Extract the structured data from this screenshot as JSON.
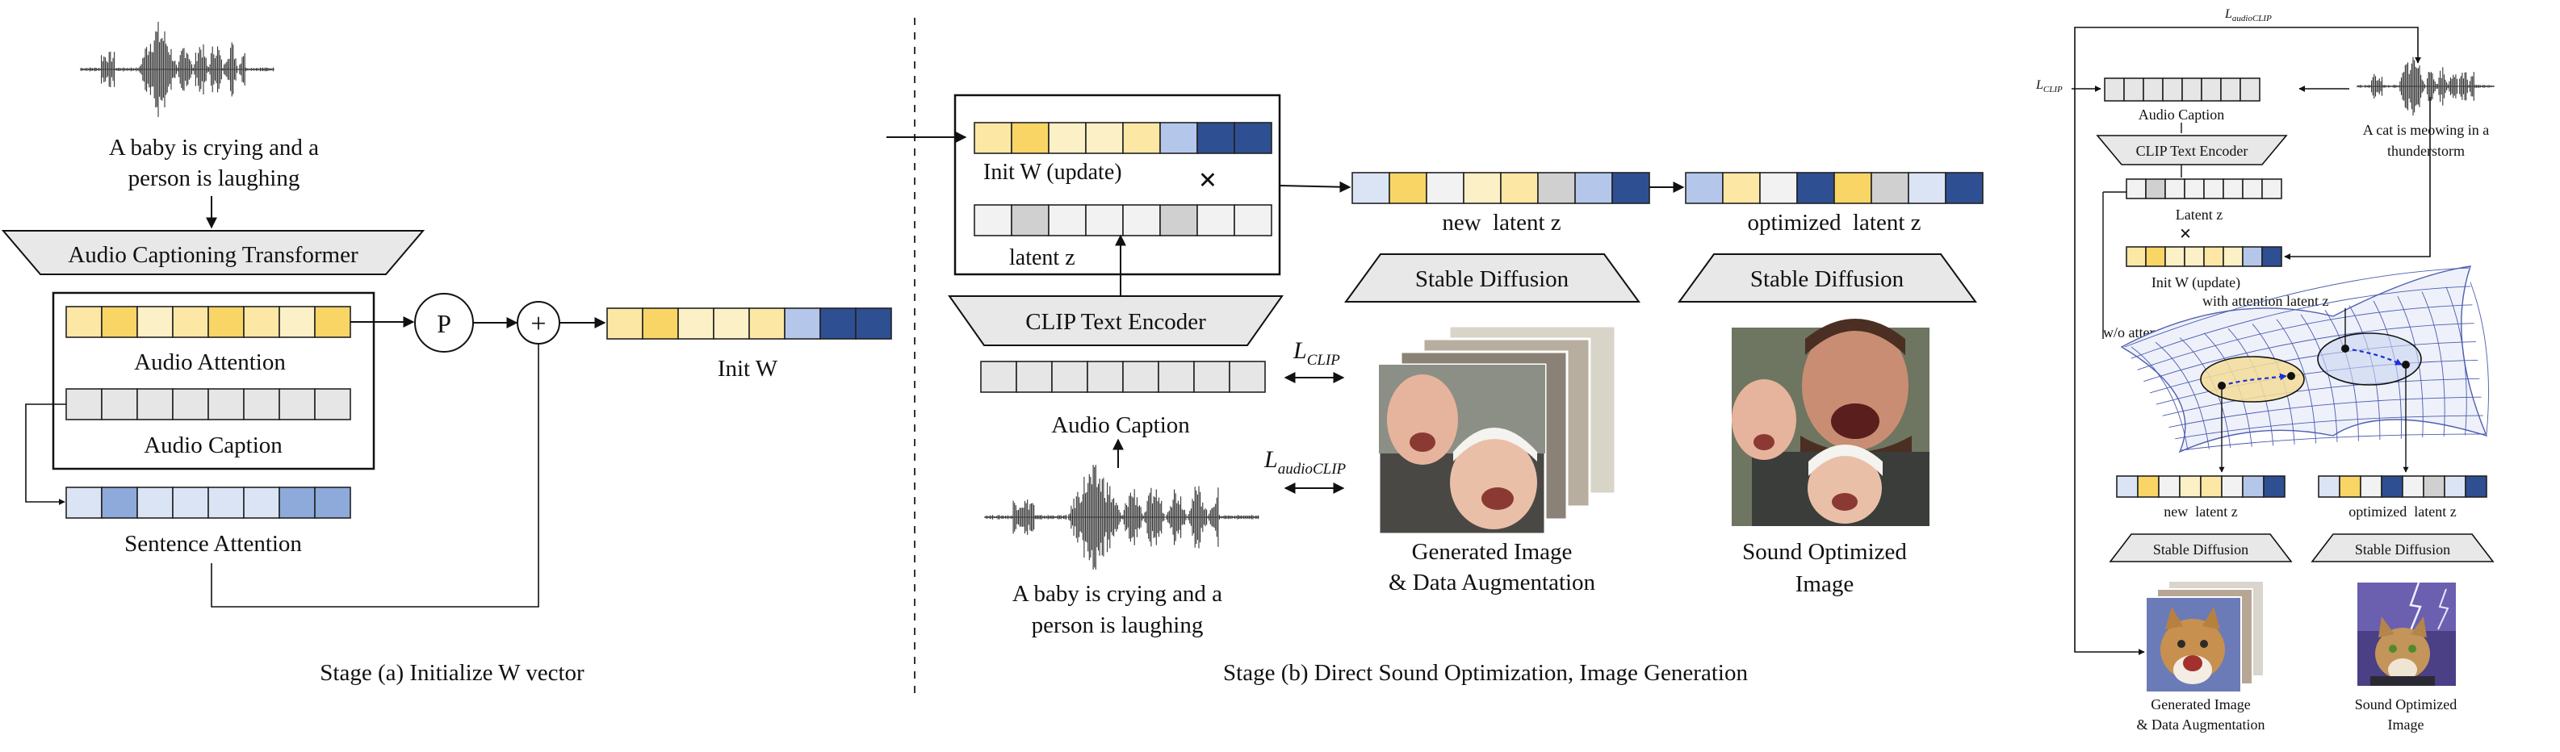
{
  "colors": {
    "yellow_light": "#fbf0c6",
    "yellow_mid": "#fde7a5",
    "yellow_strong": "#f9d565",
    "gray_light": "#f2f2f2",
    "gray_mid": "#d0d0d0",
    "gray_cell": "#e6e6e6",
    "blue_light": "#dbe4f5",
    "blue_mid": "#b4c7ea",
    "blue_dark": "#2e4f92",
    "blue_sent": "#8eaadb",
    "trapezoid_fill": "#e8e8e8",
    "line": "#111111"
  },
  "stage_a": {
    "sound_caption_line1": "A baby is crying and a",
    "sound_caption_line2": "person is laughing",
    "act_label": "Audio Captioning Transformer",
    "audio_attention_label": "Audio Attention",
    "audio_caption_label": "Audio Caption",
    "sentence_attention_label": "Sentence Attention",
    "pool_symbol": "P",
    "plus_symbol": "+",
    "init_w_label": "Init W",
    "title": "Stage (a) Initialize W vector"
  },
  "stage_b": {
    "init_w_update_label": "Init W (update)",
    "times_symbol": "×",
    "latent_z_label": "latent z",
    "clip_encoder_label": "CLIP Text Encoder",
    "audio_caption_label": "Audio Caption",
    "sound_caption_line1": "A baby is crying and a",
    "sound_caption_line2": "person is laughing",
    "new_latent_label": "new  latent z",
    "optimized_latent_label": "optimized  latent z",
    "stable_diffusion_1": "Stable Diffusion",
    "stable_diffusion_2": "Stable Diffusion",
    "l_clip_main": "L",
    "l_clip_sub": "CLIP",
    "l_audioclip_main": "L",
    "l_audioclip_sub": "audioCLIP",
    "generated_line1": "Generated Image",
    "generated_line2": "& Data Augmentation",
    "optimized_line1": "Sound Optimized",
    "optimized_line2": "Image",
    "title": "Stage (b) Direct Sound Optimization, Image Generation"
  },
  "stage_c": {
    "l_audioclip_main": "L",
    "l_audioclip_sub": "audioCLIP",
    "l_clip_main": "L",
    "l_clip_sub": "CLIP",
    "audio_caption_label": "Audio Caption",
    "sound_caption_line1": "A cat is meowing in a",
    "sound_caption_line2": "thunderstorm",
    "clip_encoder_label": "CLIP Text Encoder",
    "latent_z_label": "Latent z",
    "times_symbol": "×",
    "init_w_update_label": "Init W (update)",
    "with_attention_label": "with attention latent z",
    "without_attention_label": "w/o attention latent z",
    "new_latent_label": "new  latent z",
    "optimized_latent_label": "optimized  latent z",
    "stable_diffusion_1": "Stable Diffusion",
    "stable_diffusion_2": "Stable Diffusion",
    "generated_line1": "Generated Image",
    "generated_line2": "& Data Augmentation",
    "optimized_line1": "Sound Optimized",
    "optimized_line2": "Image"
  }
}
